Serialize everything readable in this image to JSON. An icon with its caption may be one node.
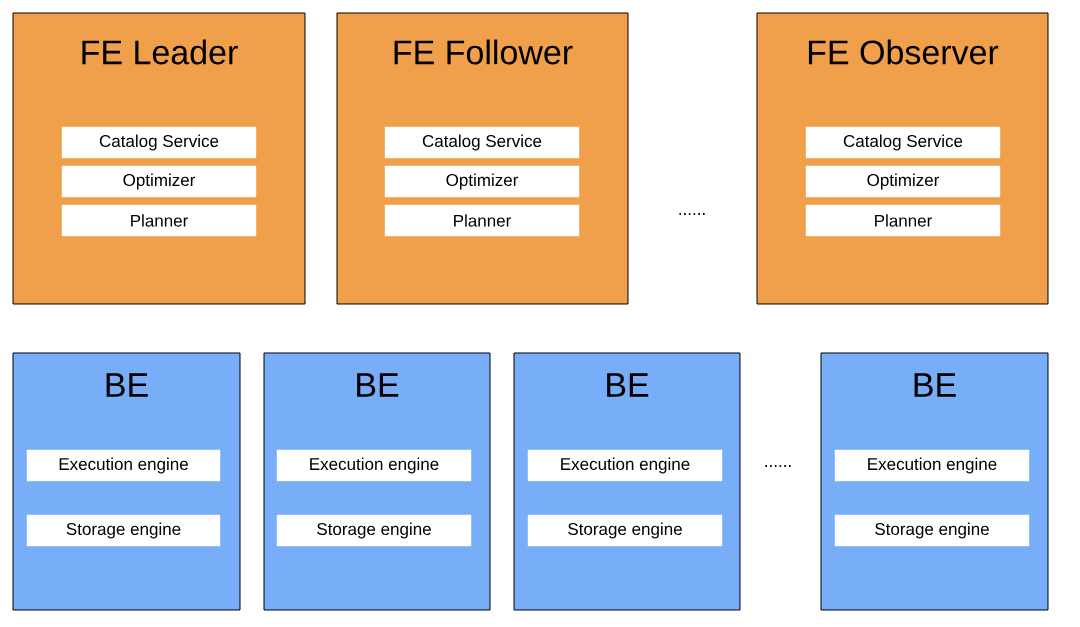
{
  "diagram": {
    "nodes": [
      {
        "text": [
          "FE Leader"
        ]
      },
      {
        "text": [
          "Catalog Service"
        ],
        "in": 0
      },
      {
        "text": [
          "Optimizer"
        ],
        "in": 0
      },
      {
        "text": [
          "Planner"
        ],
        "in": 0
      },
      {
        "text": [
          "FE Follower"
        ]
      },
      {
        "text": [
          "Catalog Service"
        ],
        "in": 4
      },
      {
        "text": [
          "Optimizer"
        ],
        "in": 4
      },
      {
        "text": [
          "Planner"
        ],
        "in": 4
      },
      {
        "text": [
          "FE Observer"
        ]
      },
      {
        "text": [
          "Catalog Service"
        ],
        "in": 8
      },
      {
        "text": [
          "Optimizer"
        ],
        "in": 8
      },
      {
        "text": [
          "Planner"
        ],
        "in": 8
      },
      {
        "text": [
          "BE"
        ]
      },
      {
        "text": [
          "Execution engine"
        ],
        "in": 12
      },
      {
        "text": [
          "Storage engine"
        ],
        "in": 12
      },
      {
        "text": [
          "BE"
        ]
      },
      {
        "text": [
          "Execution engine"
        ],
        "in": 15
      },
      {
        "text": [
          "Storage engine"
        ],
        "in": 15
      },
      {
        "text": [
          "BE"
        ]
      },
      {
        "text": [
          "Execution engine"
        ],
        "in": 18
      },
      {
        "text": [
          "Storage engine"
        ],
        "in": 18
      },
      {
        "text": [
          "BE"
        ]
      },
      {
        "text": [
          "Execution engine"
        ],
        "in": 21
      },
      {
        "text": [
          "Storage engine"
        ],
        "in": 21
      }
    ],
    "edges": [],
    "labels": [
      "......",
      "......"
    ]
  }
}
